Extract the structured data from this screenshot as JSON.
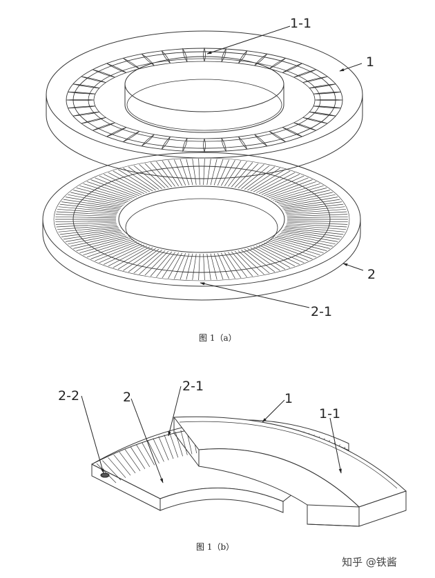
{
  "figure_a": {
    "labels": {
      "upper_disc": "1",
      "upper_feature": "1-1",
      "lower_disc": "2",
      "lower_feature": "2-1"
    },
    "caption": "图 1（a）"
  },
  "figure_b": {
    "labels": {
      "edge_feature": "2-2",
      "lower_part": "2",
      "lower_feature": "2-1",
      "upper_part": "1",
      "upper_feature": "1-1"
    },
    "caption": "图 1（b）"
  },
  "watermark": "知乎 @铁酱",
  "colors": {
    "line": "#333333",
    "fill": "#ffffff"
  }
}
